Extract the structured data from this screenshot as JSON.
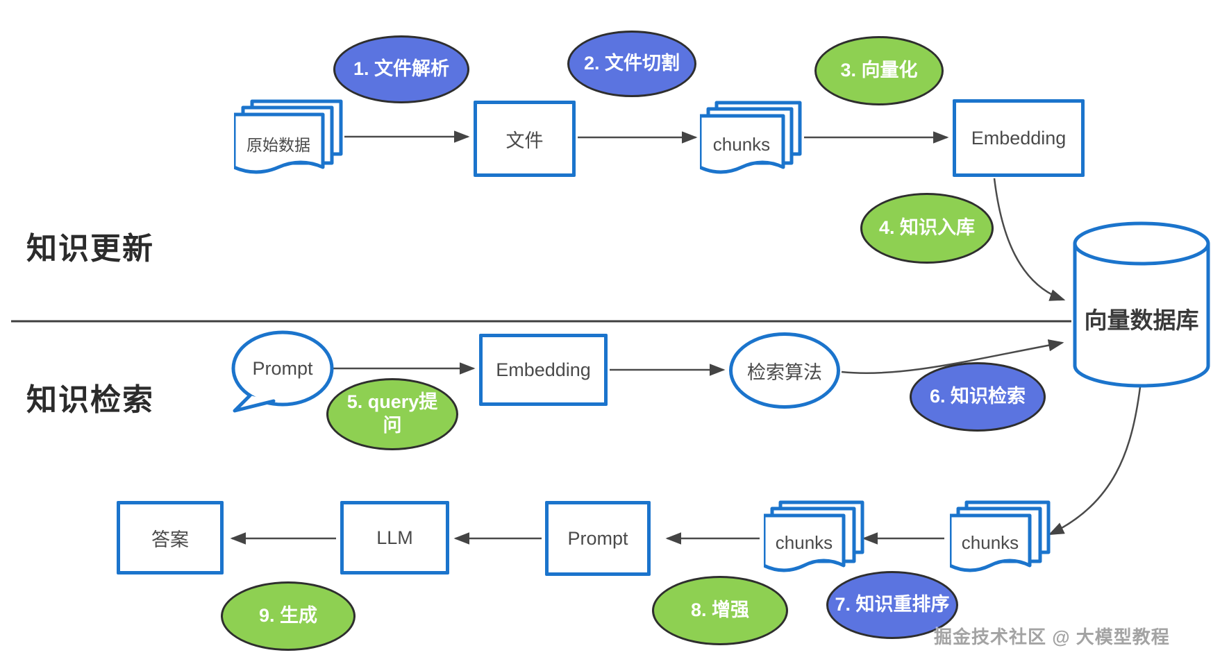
{
  "section_labels": {
    "update": "知识更新",
    "retrieval": "知识检索"
  },
  "nodes": {
    "raw_data": "原始数据",
    "file": "文件",
    "chunks_top": "chunks",
    "embedding_top": "Embedding",
    "vector_db": "向量数据库",
    "prompt_bubble": "Prompt",
    "embedding_mid": "Embedding",
    "retrieval_algo": "检索算法",
    "answer": "答案",
    "llm": "LLM",
    "prompt_box": "Prompt",
    "chunks_rerank": "chunks",
    "chunks_retrieved": "chunks"
  },
  "steps": [
    {
      "num": 1,
      "label": "1. 文件解析",
      "color": "blue"
    },
    {
      "num": 2,
      "label": "2. 文件切割",
      "color": "blue"
    },
    {
      "num": 3,
      "label": "3. 向量化",
      "color": "green"
    },
    {
      "num": 4,
      "label": "4. 知识入库",
      "color": "green"
    },
    {
      "num": 5,
      "label": "5. query提问",
      "color": "green"
    },
    {
      "num": 6,
      "label": "6. 知识检索",
      "color": "blue"
    },
    {
      "num": 7,
      "label": "7. 知识重排序",
      "color": "blue"
    },
    {
      "num": 8,
      "label": "8. 增强",
      "color": "green"
    },
    {
      "num": 9,
      "label": "9. 生成",
      "color": "green"
    }
  ],
  "colors": {
    "step_blue": "#5b74e0",
    "step_green": "#8ed052",
    "shape_border_blue": "#1b74cc",
    "connector": "#4a4a4a"
  },
  "watermark": "掘金技术社区 @ 大模型教程"
}
